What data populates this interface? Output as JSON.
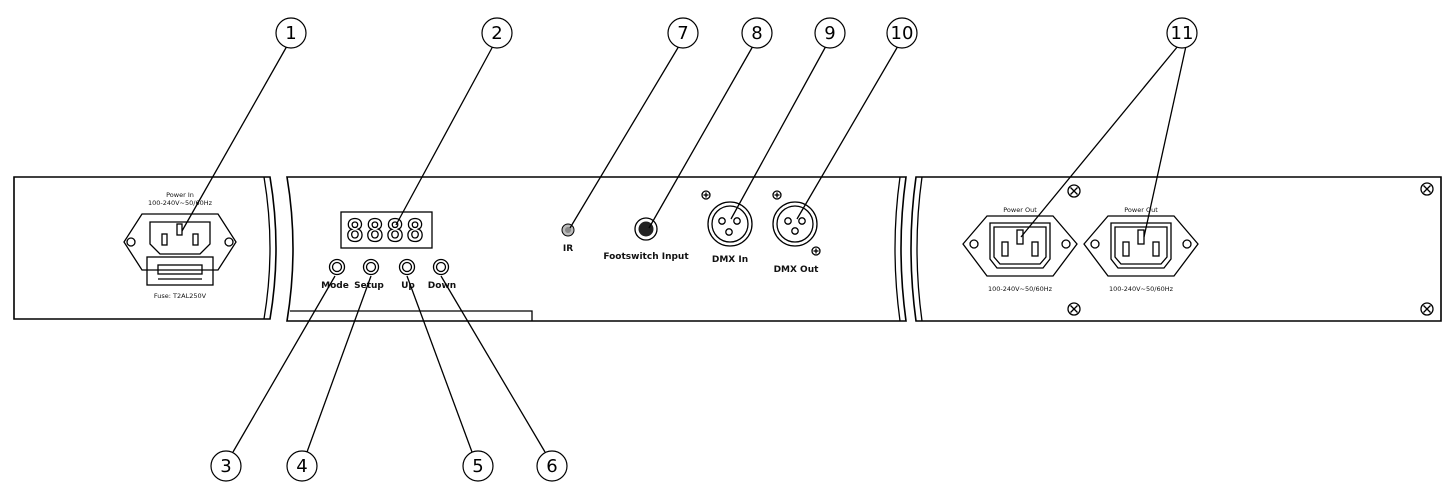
{
  "callouts": [
    "1",
    "2",
    "3",
    "4",
    "5",
    "6",
    "7",
    "8",
    "9",
    "10",
    "11"
  ],
  "left_panel": {
    "power_in_title": "Power In",
    "power_in_rating": "100-240V~50/60Hz",
    "fuse": "Fuse: T2AL250V"
  },
  "center_panel": {
    "display": "8888",
    "buttons": [
      "Mode",
      "Setup",
      "Up",
      "Down"
    ],
    "ir_label": "IR",
    "footswitch_label": "Footswitch Input",
    "dmx_in_label": "DMX In",
    "dmx_out_label": "DMX Out"
  },
  "right_panel": {
    "power_out_titles": [
      "Power Out",
      "Power Out"
    ],
    "power_out_ratings": [
      "100-240V~50/60Hz",
      "100-240V~50/60Hz"
    ]
  }
}
